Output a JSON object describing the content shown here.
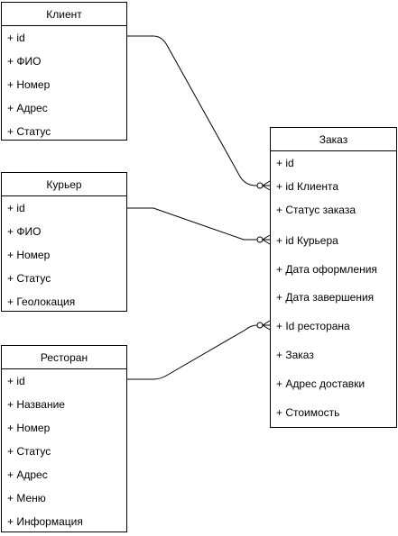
{
  "entities": {
    "client": {
      "title": "Клиент",
      "attributes": [
        "+ id",
        "+ ФИО",
        "+ Номер",
        "+ Адрес",
        "+ Статус"
      ]
    },
    "courier": {
      "title": "Курьер",
      "attributes": [
        "+ id",
        "+ ФИО",
        "+ Номер",
        "+ Статус",
        "+ Геолокация"
      ]
    },
    "restaurant": {
      "title": "Ресторан",
      "attributes": [
        "+ id",
        "+ Название",
        "+ Номер",
        "+ Статус",
        "+ Адрес",
        "+ Меню",
        "+ Информация"
      ]
    },
    "order": {
      "title": "Заказ",
      "attributes": [
        "+ id",
        "+ id Клиента",
        "+ Статус заказа",
        "+ id Курьера",
        "+ Дата оформления",
        "+ Дата завершения",
        "+ Id ресторана",
        "+ Заказ",
        "+ Адрес доставки",
        "+ Стоимость"
      ]
    }
  },
  "relationships": [
    {
      "from": "client.id",
      "to": "order.id Клиента",
      "from_end": "one",
      "to_end": "zero-or-many"
    },
    {
      "from": "courier.id",
      "to": "order.id Курьера",
      "from_end": "one",
      "to_end": "zero-or-many"
    },
    {
      "from": "restaurant.id",
      "to": "order.Id ресторана",
      "from_end": "one",
      "to_end": "zero-or-many"
    }
  ]
}
